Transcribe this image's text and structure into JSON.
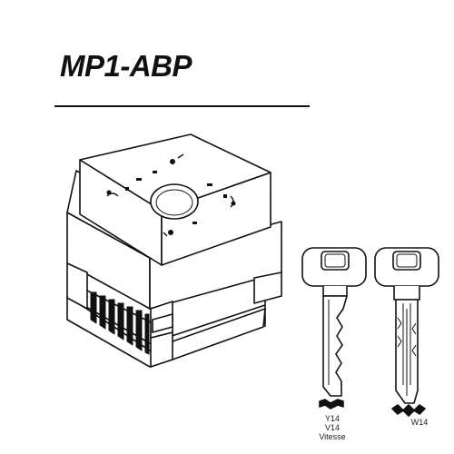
{
  "product": {
    "model": "MP1-ABP"
  },
  "keys": [
    {
      "profile_codes": [
        "Y14",
        "V14",
        "Vitesse"
      ]
    },
    {
      "profile_codes": [
        "W14"
      ]
    }
  ],
  "colors": {
    "line": "#111111",
    "fill": "#ffffff"
  },
  "icons": {
    "lock_module": "lock-module-drawing",
    "key_left": "flat-key-drawing",
    "key_right": "dimple-key-drawing"
  }
}
